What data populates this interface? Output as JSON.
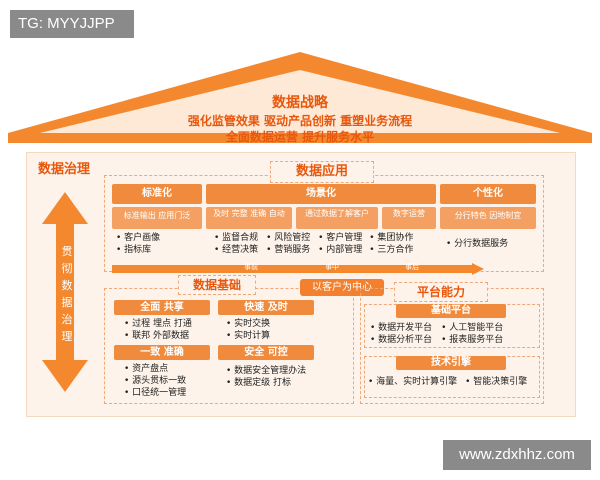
{
  "watermarks": {
    "top": "TG: MYYJJPP",
    "bottom": "www.zdxhhz.com"
  },
  "colors": {
    "accent": "#e8570c",
    "header": "#f08a3c",
    "subheader": "#f4a062",
    "background": "#fdf3ea"
  },
  "strategy": {
    "title": "数据战略",
    "line1": "强化监管效果  驱动产品创新  重塑业务流程",
    "line2": "全面数据运营 提升服务水平"
  },
  "governance": {
    "title": "数据治理",
    "vertical": "贯彻数据治理"
  },
  "application": {
    "title": "数据应用",
    "standard": {
      "header": "标准化",
      "sub": "标准输出 应用门泛",
      "items": [
        "客户画像",
        "指标库"
      ]
    },
    "scenario": {
      "header": "场景化",
      "subs": [
        "及时 完整 准确 自动",
        "通过数据了解客户",
        "数字运营"
      ],
      "items": [
        "监督合规",
        "风险管控",
        "客户管理",
        "集团协作",
        "经营决策",
        "营销服务",
        "内部管理",
        "三方合作"
      ]
    },
    "personal": {
      "header": "个性化",
      "sub": "分行特色 因地制宜",
      "items": [
        "分行数据服务"
      ]
    },
    "timeline": [
      "事前",
      "事中",
      "事后"
    ]
  },
  "customer_center": "以客户为中心",
  "foundation": {
    "title": "数据基础",
    "groups": [
      {
        "header": "全面 共享",
        "items": [
          "过程 埋点 打通",
          "联邦 外部数据"
        ]
      },
      {
        "header": "快速 及时",
        "items": [
          "实时交换",
          "实时计算"
        ]
      },
      {
        "header": "一致 准确",
        "items": [
          "资产盘点",
          "源头贯标一致",
          "口径统一管理"
        ]
      },
      {
        "header": "安全 可控",
        "items": [
          "数据安全管理办法",
          "数据定级 打标"
        ]
      }
    ]
  },
  "platform": {
    "title": "平台能力",
    "base": {
      "header": "基础平台",
      "items": [
        "数据开发平台",
        "人工智能平台",
        "数据分析平台",
        "报表服务平台"
      ]
    },
    "tech": {
      "header": "技术引擎",
      "items": [
        "海量、实时计算引擎",
        "智能决策引擎"
      ]
    }
  }
}
